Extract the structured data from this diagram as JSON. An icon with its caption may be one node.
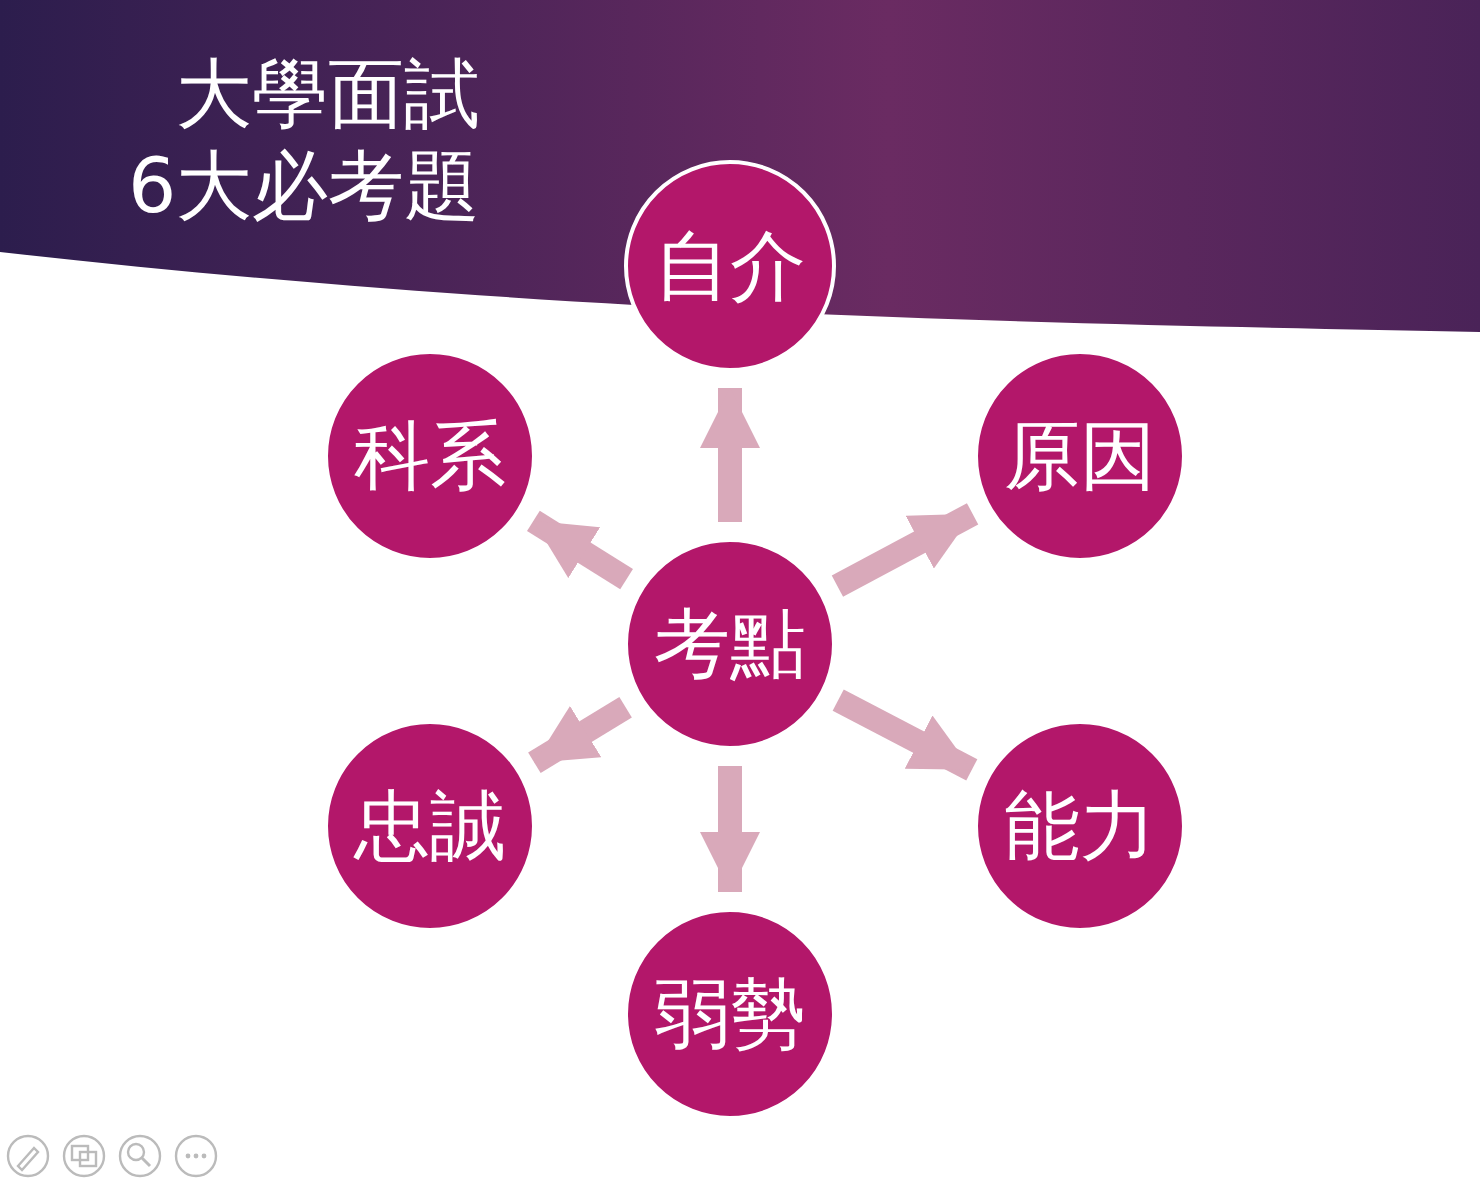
{
  "diagram": {
    "title": "大學面試6大必考題",
    "nodes": [
      {
        "text": [
          "自介"
        ]
      },
      {
        "text": [
          "科系"
        ]
      },
      {
        "text": [
          "原因"
        ]
      },
      {
        "text": [
          "考點"
        ]
      },
      {
        "text": [
          "忠誠"
        ]
      },
      {
        "text": [
          "能力"
        ]
      },
      {
        "text": [
          "弱勢"
        ]
      }
    ],
    "edges": [
      {
        "from": 3,
        "to": 0,
        "arrow": "to"
      },
      {
        "from": 3,
        "to": 1,
        "arrow": "to"
      },
      {
        "from": 3,
        "to": 2,
        "arrow": "to"
      },
      {
        "from": 3,
        "to": 4,
        "arrow": "to"
      },
      {
        "from": 3,
        "to": 5,
        "arrow": "to"
      },
      {
        "from": 3,
        "to": 6,
        "arrow": "to"
      }
    ]
  }
}
